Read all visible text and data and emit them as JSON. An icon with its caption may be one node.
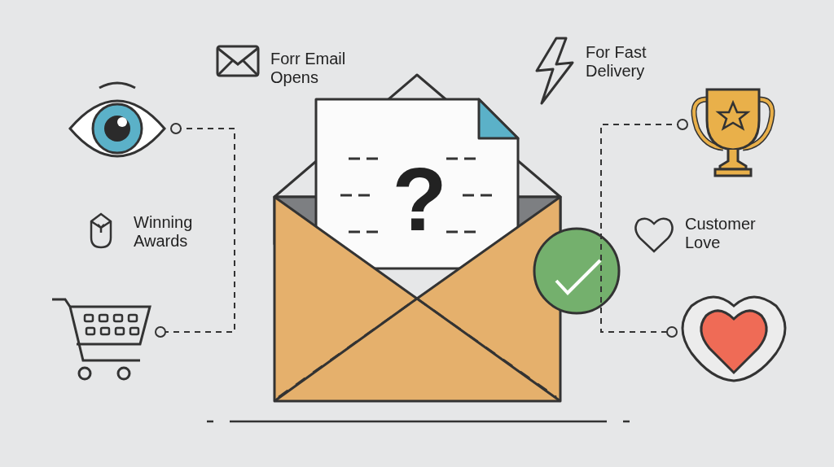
{
  "diagram": {
    "nodes": [
      {
        "text": [],
        "shape": "picture"
      },
      {
        "text": [],
        "shape": "picture"
      },
      {
        "text": [],
        "shape": "picture"
      },
      {
        "text": [],
        "shape": "picture"
      }
    ],
    "edges": [
      {
        "from": 0,
        "to": 1,
        "arrow": "other",
        "style": "dashed"
      },
      {
        "from": 2,
        "to": 3,
        "arrow": "other",
        "style": "dashed"
      }
    ],
    "labels": [
      "Forr Email Opens",
      "For Fast Delivery",
      "Winning Awards",
      "Customer Love",
      "?"
    ]
  }
}
